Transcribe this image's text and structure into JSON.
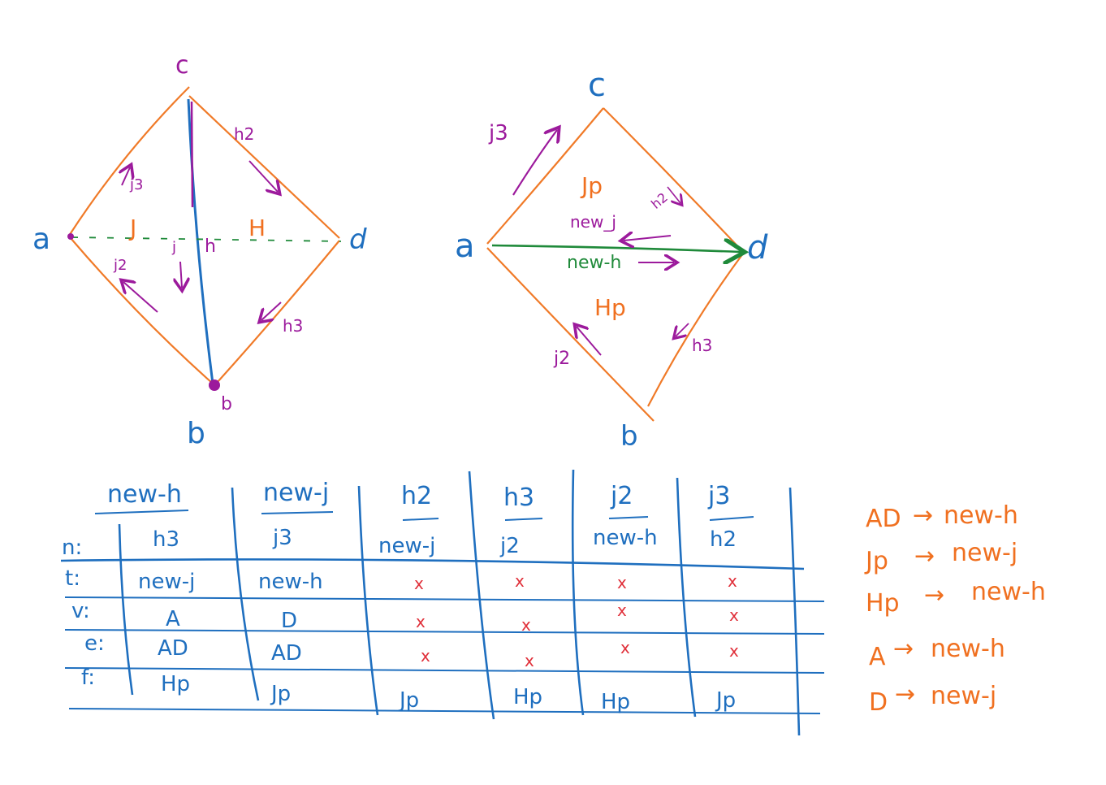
{
  "colors": {
    "edge": "#f07a28",
    "blue": "#1f6fbf",
    "purple": "#9c1a9c",
    "green": "#1f8a3a",
    "orange_text": "#f07020",
    "red": "#e0303a"
  },
  "left_diagram": {
    "vertices": {
      "a": "a",
      "b": "b",
      "c": "c",
      "d": "d",
      "b_small": "b"
    },
    "faces": {
      "J": "J",
      "H": "H"
    },
    "edge_labels": {
      "j": "j",
      "h": "h",
      "j2": "j2",
      "j3": "j3",
      "h2": "h2",
      "h3": "h3"
    }
  },
  "right_diagram": {
    "vertices": {
      "a": "a",
      "b": "b",
      "c": "c",
      "d": "d"
    },
    "faces": {
      "Jp": "Jp",
      "Hp": "Hp"
    },
    "edge_labels": {
      "new_j": "new_j",
      "new_h": "new-h",
      "j2": "j2",
      "j3": "j3",
      "h2": "h2",
      "h3": "h3"
    }
  },
  "table": {
    "columns": [
      "new-h",
      "new-j",
      "h2",
      "h3",
      "j2",
      "j3"
    ],
    "rows": [
      {
        "key": "n:",
        "cells": [
          "h3",
          "j3",
          "new-j",
          "j2",
          "new-h",
          "h2"
        ]
      },
      {
        "key": "t:",
        "cells": [
          "new-j",
          "new-h",
          "x",
          "x",
          "x",
          "x"
        ]
      },
      {
        "key": "v:",
        "cells": [
          "A",
          "D",
          "x",
          "x",
          "x",
          "x"
        ]
      },
      {
        "key": "e:",
        "cells": [
          "AD",
          "AD",
          "x",
          "x",
          "x",
          "x"
        ]
      },
      {
        "key": "f:",
        "cells": [
          "Hp",
          "Jp",
          "Jp",
          "Hp",
          "Hp",
          "Jp"
        ]
      }
    ]
  },
  "legend": [
    {
      "from": "AD",
      "to": "new-h"
    },
    {
      "from": "Jp",
      "to": "new-j"
    },
    {
      "from": "Hp",
      "to": "new-h"
    },
    {
      "from": "A",
      "to": "new-h"
    },
    {
      "from": "D",
      "to": "new-j"
    }
  ],
  "legend_arrow": "→"
}
